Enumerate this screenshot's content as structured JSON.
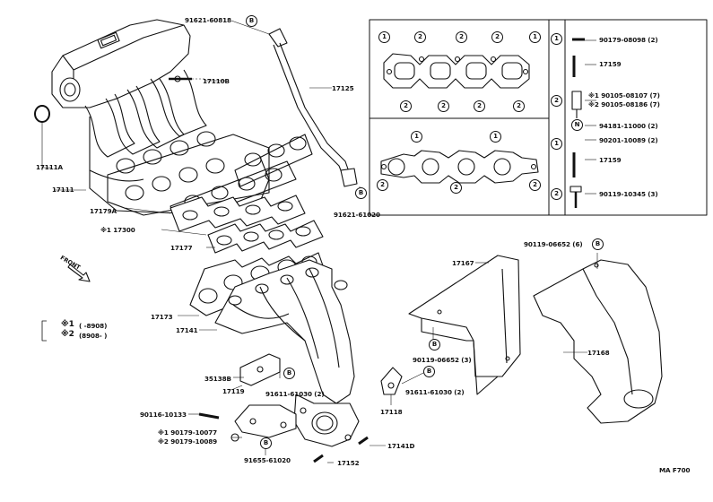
{
  "parts": {
    "p17110B": "17110B",
    "p17111A": "17111A",
    "p17111": "17111",
    "p17125": "17125",
    "top_bolt": "91621-60818",
    "bot_bolt": "91621-61020",
    "p17179A": "17179A",
    "p17300": "※1 17300",
    "p17177": "17177",
    "p17173": "17173",
    "p17141": "17141",
    "p35138B": "35138B",
    "p17119": "17119",
    "b91611_1": "91611-61030 (2)",
    "p90116": "90116-10133",
    "p90179_1": "※1 90179-10077",
    "p90179_2": "※2 90179-10089",
    "p91655": "91655-61020",
    "p17152": "17152",
    "p17141D": "17141D",
    "p17118": "17118",
    "b91611_2": "91611-61030 (2)",
    "p17167": "17167",
    "p90119_3": "90119-06652 (3)",
    "p90119_6": "90119-06652 (6)",
    "p17168": "17168",
    "front": "FRONT"
  },
  "legend": {
    "row1_mark": "※1",
    "row1_text": "(        -8908)",
    "row2_mark": "※2",
    "row2_text": "(8908-        )"
  },
  "table": {
    "r1": "90179-08098 (2)",
    "r2": "17159",
    "r3a": "※1 90105-08107 (7)",
    "r3b": "※2 90105-08186 (7)",
    "r4": "94181-11000 (2)",
    "r5": "90201-10089 (2)",
    "r6": "17159",
    "r7": "90119-10345 (3)"
  },
  "markers": {
    "one": "1",
    "two": "2",
    "b": "B",
    "n": "N"
  },
  "ref_code": "MA F700"
}
